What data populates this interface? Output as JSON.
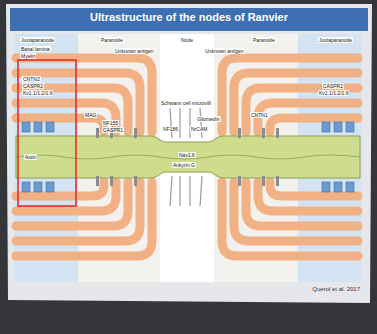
{
  "diagram": {
    "title": "Ultrastructure of the nodes of Ranvier",
    "caption": "Querol et al. 2017",
    "labels": [
      "Juxtaparanode",
      "Paranode",
      "Node",
      "Paranode",
      "Juxtaparanode",
      "Basal lamina",
      "Myelin",
      "Unknown antigen",
      "Unknown antigen",
      "Schwann cell microvilli",
      "CNTN2",
      "CASPR2",
      "Kv1.1/1.2/1.6",
      "Axon",
      "MAG",
      "NF155",
      "CASPR1",
      "NF186",
      "NrCAM",
      "Gliomedin",
      "Nav1.6",
      "Ankyrin G",
      "CNTN1",
      "Kv1.1/1.2/1.6",
      "CASPR2"
    ]
  }
}
